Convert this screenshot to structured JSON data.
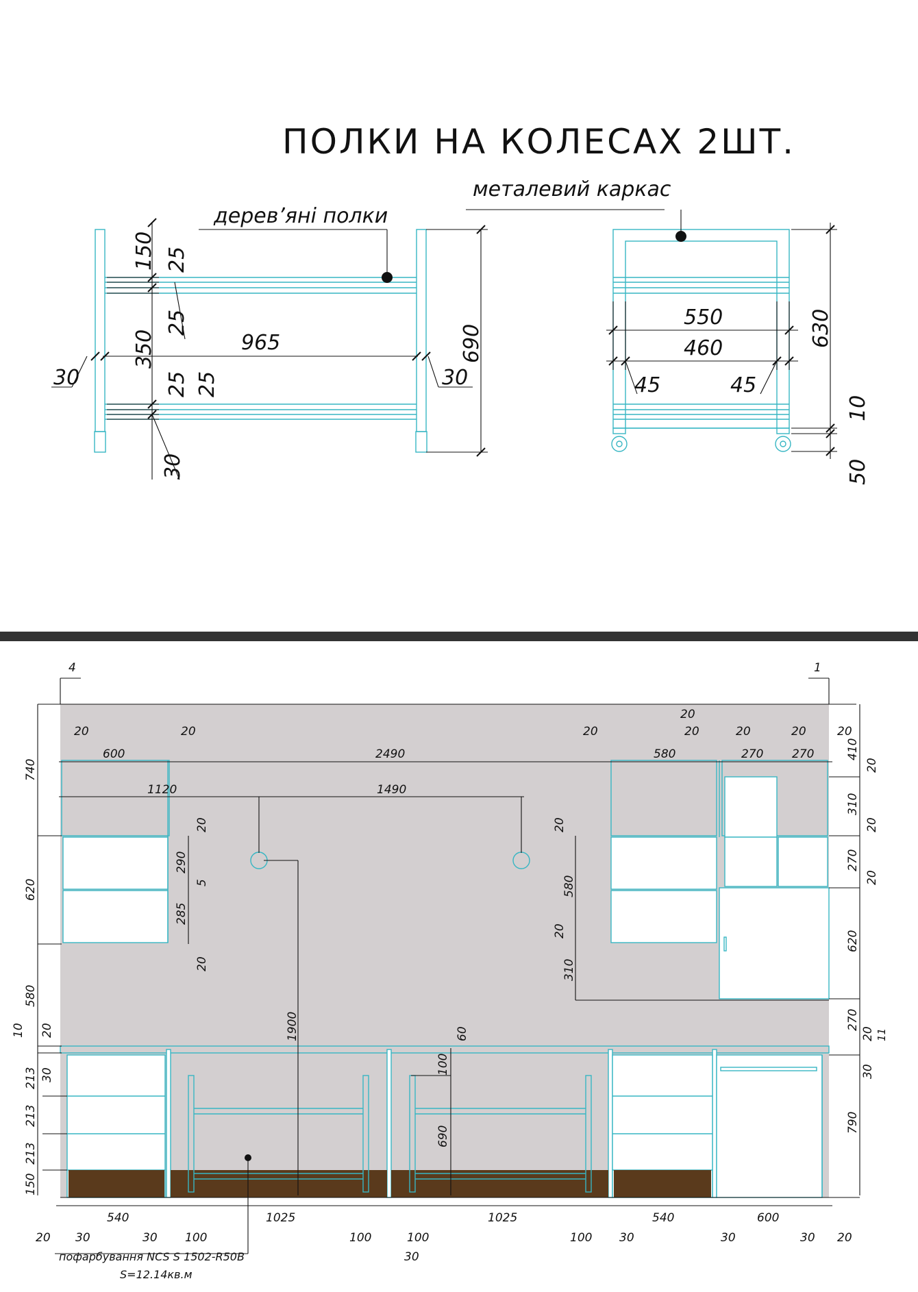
{
  "title": "ПОЛКИ НА КОЛЕСАХ 2ШТ.",
  "callouts": {
    "wooden_shelves": "дерев’яні полки",
    "metal_frame": "металевий каркас",
    "paint": "пофарбування NCS S 1502-R50B",
    "area": "S=12.14кв.м"
  },
  "views": {
    "view_marker_left": "4",
    "view_marker_right": "1"
  },
  "trolley_front": {
    "dims": [
      "150",
      "25",
      "25",
      "350",
      "965",
      "690",
      "30",
      "30",
      "25",
      "25",
      "30"
    ]
  },
  "trolley_side": {
    "dims": [
      "550",
      "460",
      "45",
      "45",
      "630",
      "10",
      "50"
    ]
  },
  "elevation_dims": {
    "top_row": [
      "20",
      "600",
      "20",
      "2490",
      "20",
      "580",
      "20",
      "20",
      "20",
      "20",
      "270",
      "270",
      "20",
      "410"
    ],
    "row2": [
      "1120",
      "1490"
    ],
    "left_col": [
      "740",
      "620",
      "580",
      "10",
      "20",
      "213",
      "213",
      "213",
      "150",
      "30"
    ],
    "left_upper_cab": [
      "20",
      "290",
      "5",
      "285",
      "20"
    ],
    "right_upper_cab": [
      "20",
      "580",
      "20",
      "310"
    ],
    "right_col": [
      "20",
      "310",
      "20",
      "270",
      "20",
      "620",
      "270",
      "20",
      "11",
      "30",
      "790"
    ],
    "inner": [
      "1900",
      "60",
      "100",
      "690"
    ],
    "bottom_row": [
      "20",
      "30",
      "540",
      "30",
      "100",
      "1025",
      "100",
      "100",
      "1025",
      "100",
      "30",
      "540",
      "30",
      "600",
      "30",
      "20",
      "30"
    ]
  },
  "colors": {
    "wall": "#d3cfd0",
    "plinth": "#5a3a1c",
    "frame_line": "#37b6c3",
    "separator": "#333333"
  }
}
